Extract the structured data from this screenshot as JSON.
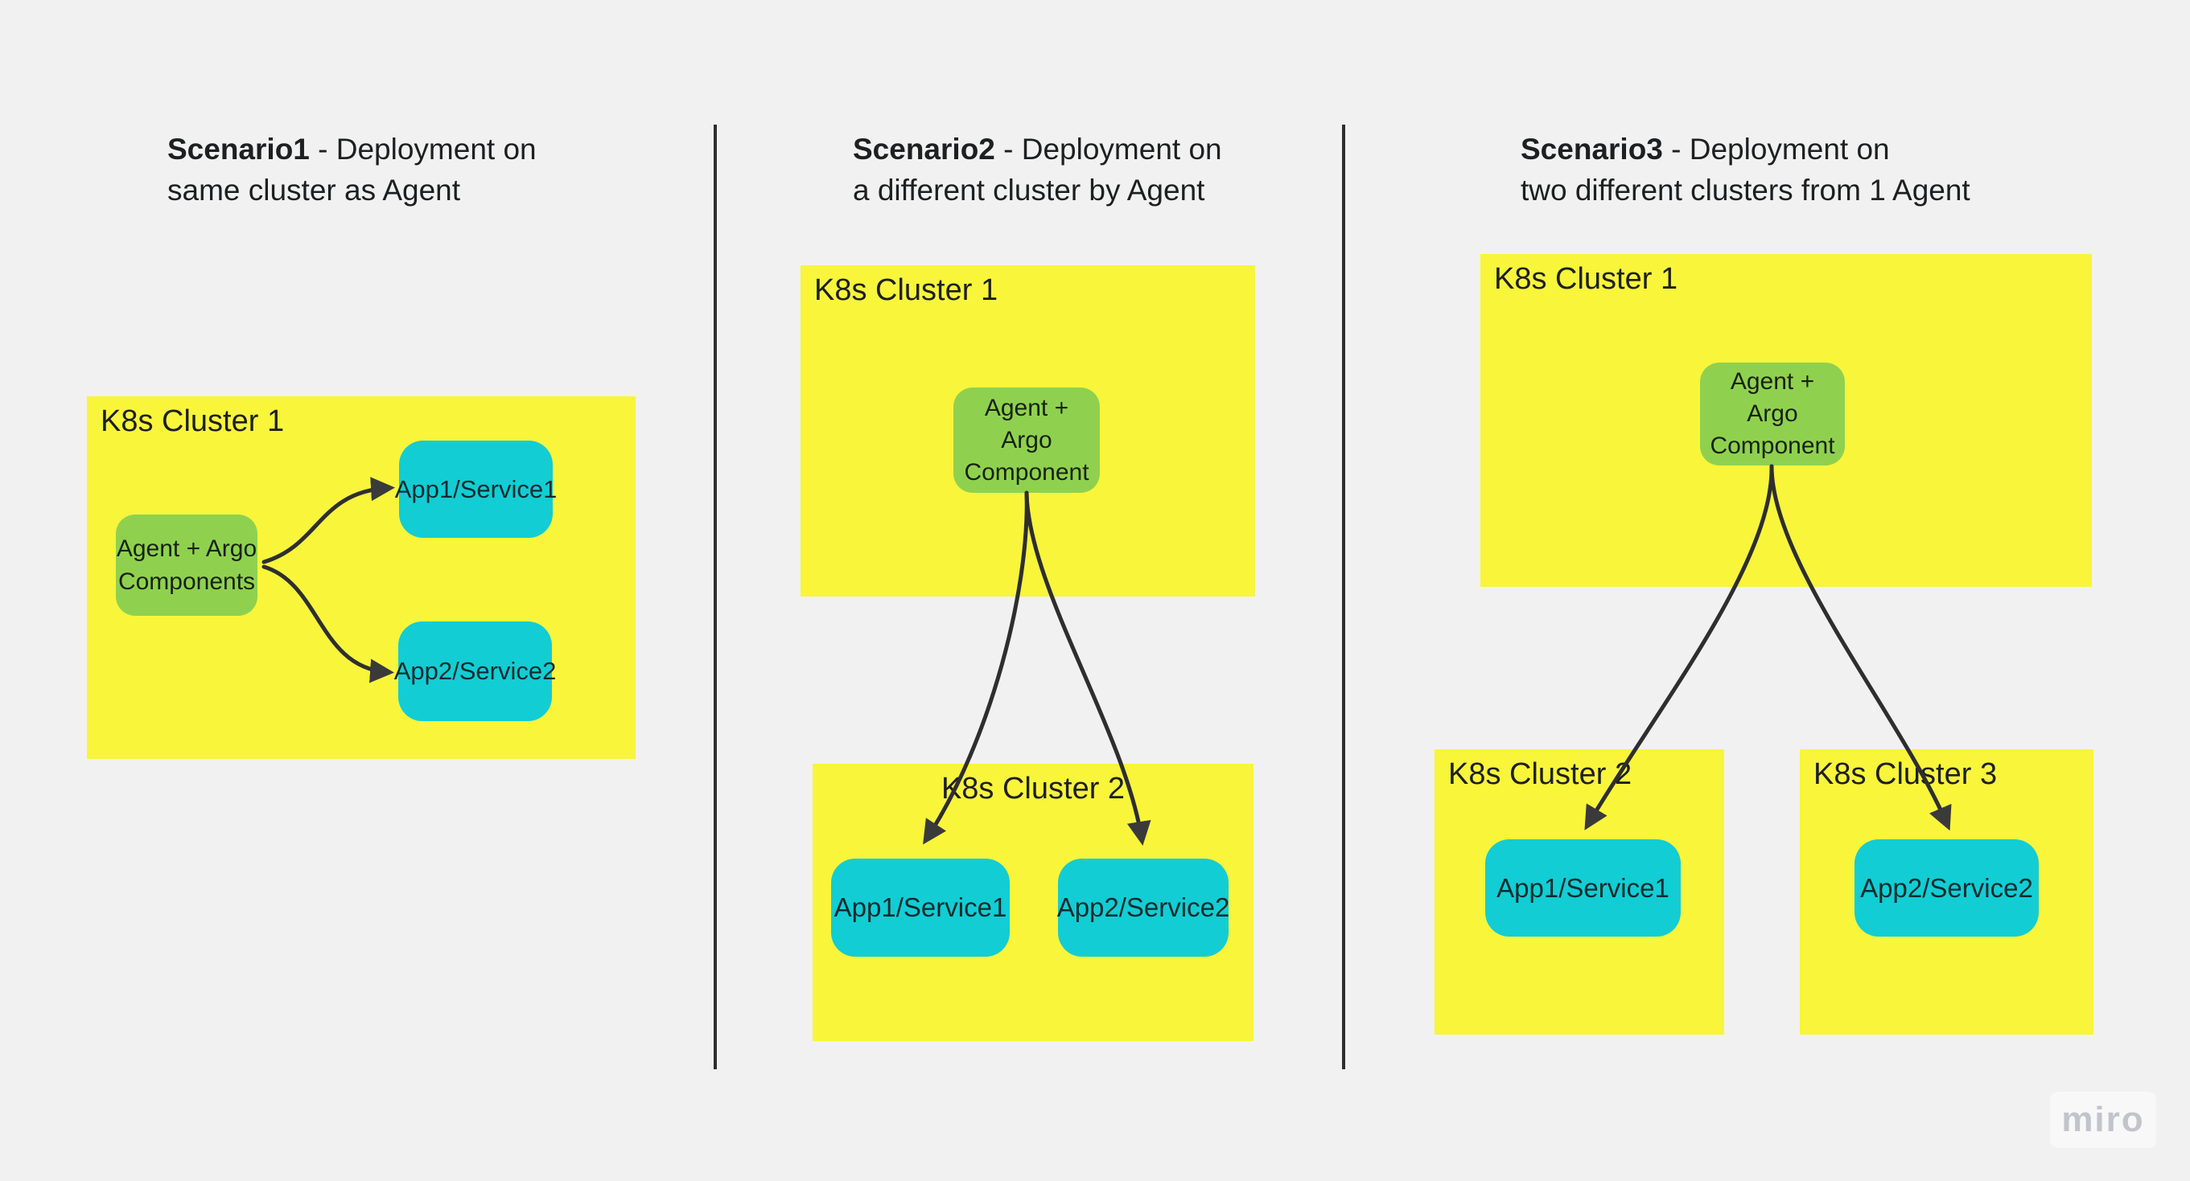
{
  "board": {
    "background": "#f1f1f1",
    "colors": {
      "cluster_fill": "#f8f53b",
      "agent_fill": "#8fd14f",
      "app_fill": "#12cdd4",
      "connector": "#2e2e2e",
      "text": "#1d1f20",
      "watermark_text": "#c3c3cc"
    }
  },
  "watermark": {
    "label": "miro"
  },
  "scenarios": [
    {
      "title": {
        "bold": "Scenario1",
        "line1_rest": " - Deployment on",
        "line2": "same cluster as Agent"
      },
      "clusters": [
        {
          "label": "K8s Cluster 1"
        }
      ],
      "agent": {
        "text": "Agent + Argo\nComponents"
      },
      "apps": [
        "App1/Service1",
        "App2/Service2"
      ]
    },
    {
      "title": {
        "bold": "Scenario2",
        "line1_rest": " - Deployment on",
        "line2": "a different cluster by Agent"
      },
      "clusters": [
        {
          "label": "K8s Cluster 1"
        },
        {
          "label": "K8s Cluster 2"
        }
      ],
      "agent": {
        "text": "Agent +\nArgo\nComponent"
      },
      "apps": [
        "App1/Service1",
        "App2/Service2"
      ]
    },
    {
      "title": {
        "bold": "Scenario3",
        "line1_rest": " - Deployment on",
        "line2": "two different clusters from 1 Agent"
      },
      "clusters": [
        {
          "label": "K8s Cluster 1"
        },
        {
          "label": "K8s Cluster 2"
        },
        {
          "label": "K8s Cluster 3"
        }
      ],
      "agent": {
        "text": "Agent +\nArgo\nComponent"
      },
      "apps": [
        "App1/Service1",
        "App2/Service2"
      ]
    }
  ]
}
